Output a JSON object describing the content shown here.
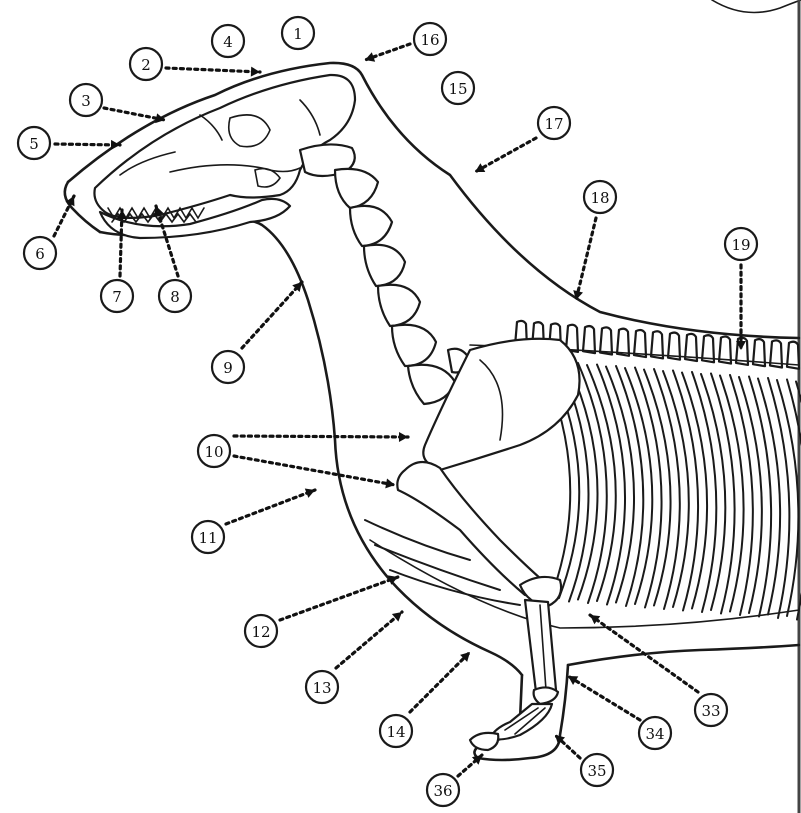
{
  "labels": [
    "1",
    "2",
    "3",
    "4",
    "5",
    "6",
    "7",
    "8",
    "9",
    "10",
    "11",
    "12",
    "13",
    "14",
    "15",
    "16",
    "17",
    "18",
    "19",
    "33",
    "34",
    "35",
    "36"
  ],
  "colors": {
    "ink": "#1a1a1a",
    "paper": "#ffffff"
  }
}
